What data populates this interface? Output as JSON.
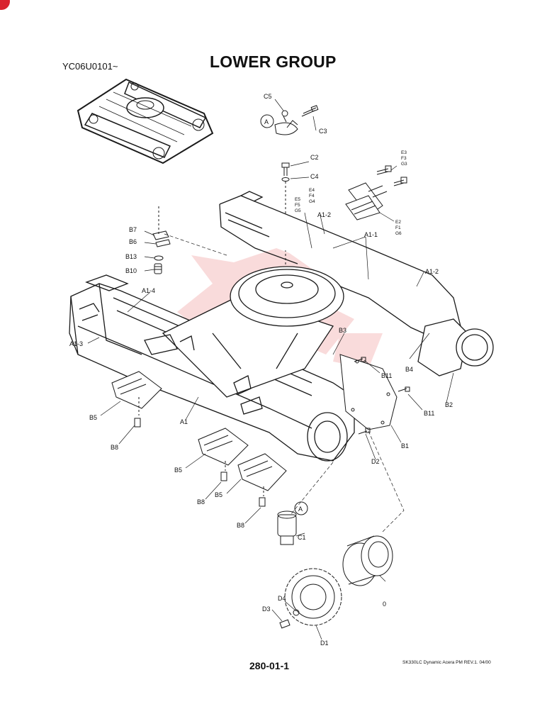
{
  "header": {
    "serial_range": "YC06U0101~",
    "title": "LOWER GROUP"
  },
  "footer": {
    "page_number": "280-01-1",
    "publication": "SK330LC Dynamic Acera PM REV.1. 04/00"
  },
  "callout_marker": "A",
  "part_labels": {
    "c5": "C5",
    "c3": "C3",
    "c2": "C2",
    "c4": "C4",
    "e3": "E3",
    "f3": "F3",
    "g3": "G3",
    "e4": "E4",
    "f4": "F4",
    "g4": "G4",
    "e5": "E5",
    "f5": "F5",
    "g5": "G5",
    "e2": "E2",
    "f1": "F1",
    "g6": "G6",
    "a1_2_top": "A1-2",
    "a1_1": "A1-1",
    "a1_2_right": "A1-2",
    "b7": "B7",
    "b6": "B6",
    "b13": "B13",
    "b10": "B10",
    "a1_4": "A1-4",
    "a1_3": "A1-3",
    "b3": "B3",
    "b11_top": "B11",
    "b4": "B4",
    "b11_right": "B11",
    "b2": "B2",
    "b1": "B1",
    "d2": "D2",
    "b5_left": "B5",
    "b8_left": "B8",
    "a1": "A1",
    "b5_mid": "B5",
    "b8_mid": "B8",
    "b5_mid2": "B5",
    "b8_low": "B8",
    "c1": "C1",
    "d4": "D4",
    "d3": "D3",
    "d1": "D1",
    "o": "0"
  },
  "colors": {
    "line": "#1a1a1a",
    "watermark": "#e23b3b",
    "brand_dot": "#d9232e"
  }
}
